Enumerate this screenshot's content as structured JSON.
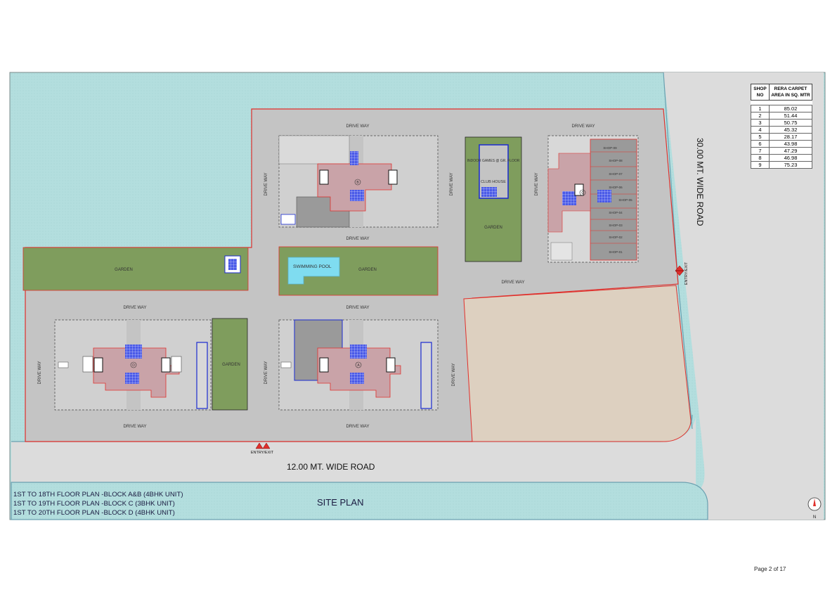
{
  "title": "SITE PLAN",
  "page_number": "Page 2 of 17",
  "roads": {
    "bottom": "12.00 MT. WIDE ROAD",
    "right": "30.00 MT. WIDE ROAD"
  },
  "entry_exit_label": "ENTRY/EXIT",
  "drive_way_label": "DRIVE WAY",
  "garden_label": "GARDEN",
  "swimming_pool_label": "SWIMMING POOL",
  "club_house": {
    "top_label": "INDOOR GAMES @ GR. FLOOR",
    "label": "CLUB HOUSE"
  },
  "block_marks": {
    "a": "A",
    "b": "B",
    "c": "C",
    "d": "D"
  },
  "north_label": "N",
  "shops": [
    "SHOP-01",
    "SHOP-02",
    "SHOP-03",
    "SHOP-04",
    "SHOP-05",
    "SHOP-06",
    "SHOP-07",
    "SHOP-08",
    "SHOP-09"
  ],
  "notes": [
    "1ST TO 18TH FLOOR PLAN -BLOCK A&B (4BHK UNIT)",
    "1ST TO 19TH FLOOR PLAN -BLOCK C (3BHK UNIT)",
    "1ST TO 20TH FLOOR PLAN -BLOCK D (4BHK UNIT)"
  ],
  "shop_table": {
    "headers": [
      "SHOP NO",
      "RERA CARPET AREA IN SQ. MTR"
    ],
    "rows": [
      [
        "1",
        "85.02"
      ],
      [
        "2",
        "51.44"
      ],
      [
        "3",
        "50.75"
      ],
      [
        "4",
        "45.32"
      ],
      [
        "5",
        "28.17"
      ],
      [
        "6",
        "43.98"
      ],
      [
        "7",
        "47.29"
      ],
      [
        "8",
        "46.98"
      ],
      [
        "9",
        "75.23"
      ]
    ]
  },
  "colors": {
    "water": "#b3dede",
    "plot": "#c4c4c4",
    "garden": "#7f9d5d",
    "pool": "#7fdcf0",
    "open_land": "#ddd0c0",
    "boundary": "#e0302c",
    "unit": "#c9a3a8",
    "stair": "#2a38d8"
  }
}
